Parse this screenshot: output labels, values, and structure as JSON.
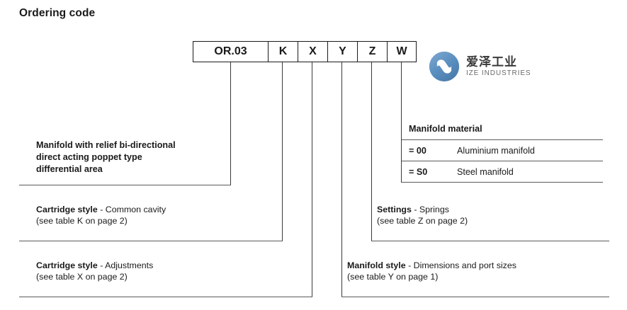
{
  "page": {
    "title": "Ordering code"
  },
  "code_row": {
    "cells": [
      {
        "label": "OR.03",
        "width": "main"
      },
      {
        "label": "K",
        "width": "small"
      },
      {
        "label": "X",
        "width": "small"
      },
      {
        "label": "Y",
        "width": "small"
      },
      {
        "label": "Z",
        "width": "small"
      },
      {
        "label": "W",
        "width": "small"
      }
    ]
  },
  "descriptions": {
    "product": {
      "line1": "Manifold with relief bi-directional",
      "line2": "direct acting poppet type",
      "line3": "differential area"
    },
    "cartridge_cavity": {
      "bold": "Cartridge style",
      "rest": " - Common cavity",
      "note": "(see table K on page 2)"
    },
    "cartridge_adjust": {
      "bold": "Cartridge style",
      "rest": " - Adjustments",
      "note": "(see table X on page 2)"
    },
    "settings": {
      "bold": "Settings",
      "rest": " - Springs",
      "note": "(see table Z on page 2)"
    },
    "manifold_style": {
      "bold": "Manifold style",
      "rest": " - Dimensions and port sizes",
      "note": "(see table Y on page 1)"
    }
  },
  "manifold_material": {
    "header": "Manifold material",
    "rows": [
      {
        "code": "= 00",
        "label": "Aluminium manifold"
      },
      {
        "code": "= S0",
        "label": "Steel manifold"
      }
    ]
  },
  "logo": {
    "cn": "爱泽工业",
    "en": "IZE INDUSTRIES",
    "color": "#5b8fc0"
  }
}
